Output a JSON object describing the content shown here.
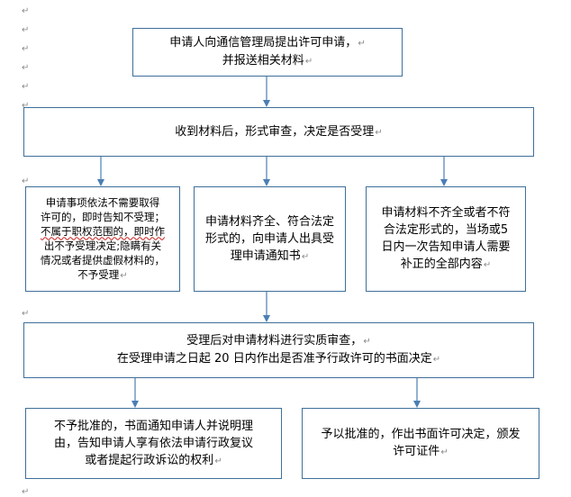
{
  "flowchart": {
    "nodes": {
      "apply": {
        "lines": [
          "申请人向通信管理局提出许可申请，",
          "并报送相关材料"
        ]
      },
      "receive": {
        "lines": [
          "收到材料后，形式审查，决定是否受理"
        ]
      },
      "reject": {
        "lines": [
          "申请事项依法不需要取得",
          "许可的，即时告知不受理；",
          "不属于职权范围的，即时作",
          "出不予受理决定;隐瞒有关",
          "情况或者提供虚假材料的，",
          "不予受理"
        ]
      },
      "accept": {
        "lines": [
          "申请材料齐全、符合法定",
          "形式的，向申请人出具受",
          "理申请通知书"
        ]
      },
      "supplement": {
        "lines": [
          "申请材料不齐全或者不符",
          "合法定形式的，当场或5",
          "日内一次告知申请人需要",
          "补正的全部内容"
        ]
      },
      "review": {
        "lines": [
          "受理后对申请材料进行实质审查，",
          "在受理申请之日起 20 日内作出是否准予行政许可的书面决定"
        ]
      },
      "deny": {
        "lines": [
          "不予批准的，书面通知申请人并说明理",
          "由，告知申请人享有依法申请行政复议",
          "或者提起行政诉讼的权利"
        ]
      },
      "grant": {
        "lines": [
          "予以批准的，作出书面许可决定，颁发",
          "许可证件"
        ]
      }
    }
  },
  "colors": {
    "border": "#3f6f9a",
    "arrow": "#4a7eb5",
    "mark": "#8a8a8a"
  }
}
